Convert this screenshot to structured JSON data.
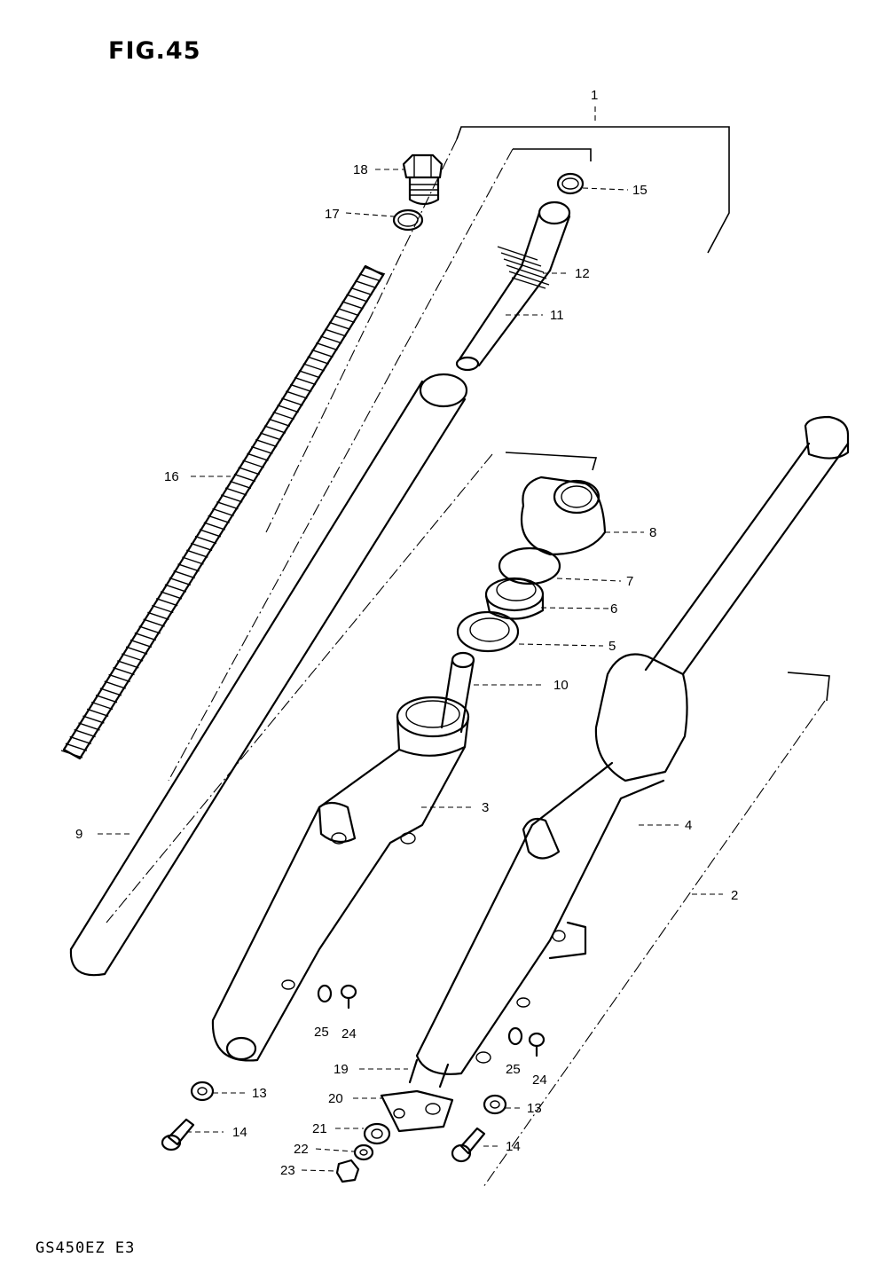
{
  "figure": {
    "title": "FIG.45",
    "model_code": "GS450EZ  E3"
  },
  "callouts": [
    {
      "key": "p1",
      "number": "1"
    },
    {
      "key": "p2",
      "number": "2"
    },
    {
      "key": "p3",
      "number": "3"
    },
    {
      "key": "p4",
      "number": "4"
    },
    {
      "key": "p5",
      "number": "5"
    },
    {
      "key": "p6",
      "number": "6"
    },
    {
      "key": "p7",
      "number": "7"
    },
    {
      "key": "p8",
      "number": "8"
    },
    {
      "key": "p9",
      "number": "9"
    },
    {
      "key": "p10",
      "number": "10"
    },
    {
      "key": "p11",
      "number": "11"
    },
    {
      "key": "p12",
      "number": "12"
    },
    {
      "key": "p13a",
      "number": "13"
    },
    {
      "key": "p13b",
      "number": "13"
    },
    {
      "key": "p14a",
      "number": "14"
    },
    {
      "key": "p14b",
      "number": "14"
    },
    {
      "key": "p15",
      "number": "15"
    },
    {
      "key": "p16",
      "number": "16"
    },
    {
      "key": "p17",
      "number": "17"
    },
    {
      "key": "p18",
      "number": "18"
    },
    {
      "key": "p19",
      "number": "19"
    },
    {
      "key": "p20",
      "number": "20"
    },
    {
      "key": "p21",
      "number": "21"
    },
    {
      "key": "p22",
      "number": "22"
    },
    {
      "key": "p23",
      "number": "23"
    },
    {
      "key": "p24a",
      "number": "24"
    },
    {
      "key": "p24b",
      "number": "24"
    },
    {
      "key": "p25a",
      "number": "25"
    },
    {
      "key": "p25b",
      "number": "25"
    }
  ]
}
